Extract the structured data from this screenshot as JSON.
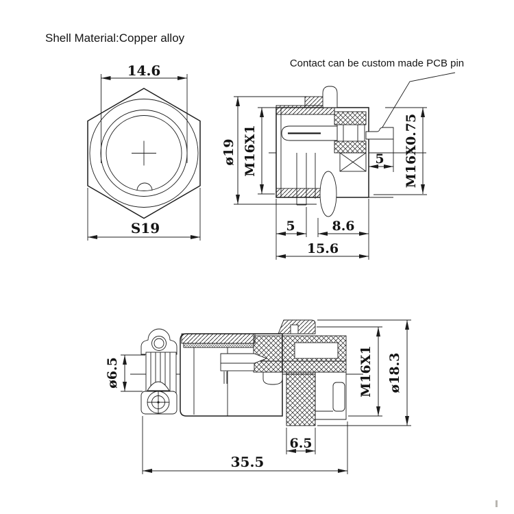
{
  "notes": {
    "shell_material": "Shell Material:Copper alloy",
    "contact_pin": "Contact can be custom made PCB pin"
  },
  "front_view": {
    "width": "14.6",
    "across_flats": "S19"
  },
  "receptacle_view": {
    "outer_dia": "ø19",
    "front_thread": "M16X1",
    "rear_thread": "M16X0.75",
    "pin_len": "5",
    "front_len": "5",
    "rear_len": "8.6",
    "total_len": "15.6"
  },
  "plug_view": {
    "cable_dia": "ø6.5",
    "thread": "M16X1",
    "outer_dia": "ø18.3",
    "nut_len": "6.5",
    "total_len": "35.5"
  },
  "colors": {
    "line": "#1c1c1c",
    "background": "#ffffff",
    "watermark": "#b8b5b0"
  }
}
